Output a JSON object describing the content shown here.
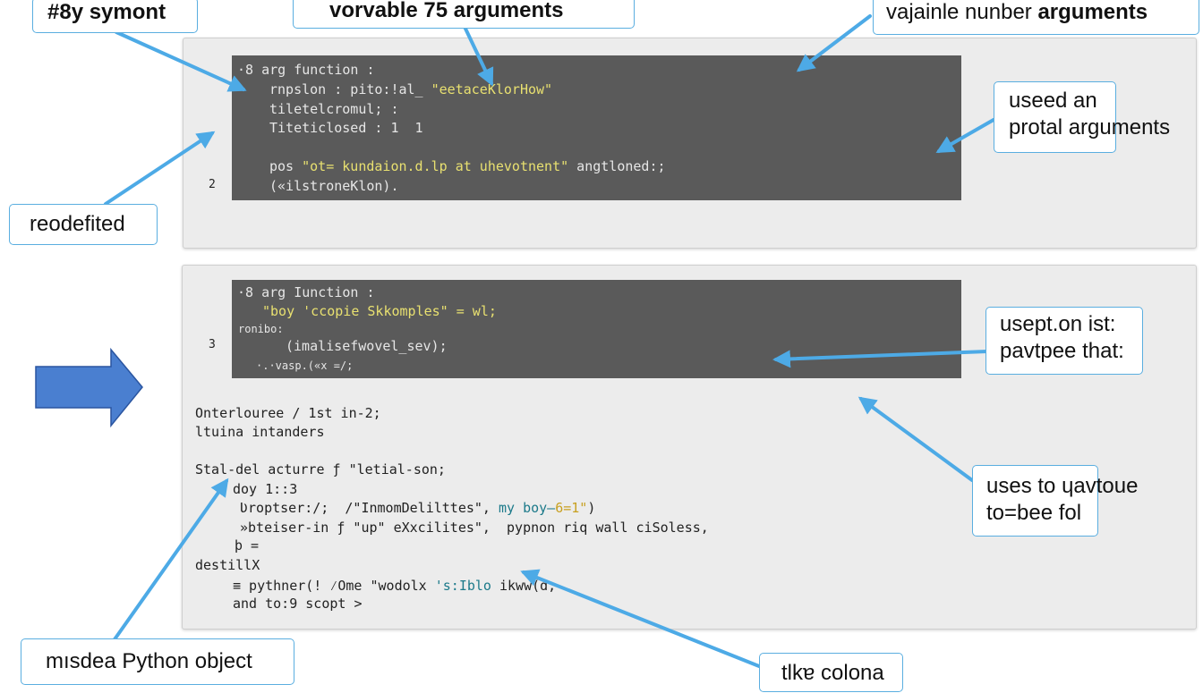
{
  "callouts": {
    "top_left": "#8y symont",
    "top_center": "vorvable 75 arguments",
    "top_right_normal": "vajainle nunber ",
    "top_right_bold": "arguments",
    "right_upper_line1": "useed an",
    "right_upper_line2": "protal arguments",
    "left_middle": "reodefited",
    "right_middle_line1": "usept.on ist:",
    "right_middle_line2": "pavtpee that:",
    "right_lower_line1": "uses to ɥavtoue",
    "right_lower_line2": "to=bee fol",
    "bottom_left": "mısdea Python object",
    "bottom_right": "tlkɐ colona"
  },
  "code_top": {
    "line1": "·8 arg function :",
    "line2_a": "rnpslon : pito:!al_ ",
    "line2_b": "\"eetaceKlorHow\"",
    "line3": "tiletelcromul; :",
    "line4": "Titeticlosed : 1  1",
    "line5_a": "pos ",
    "line5_b": "\"ot= kundaion.d.lp at uhevotnent\"",
    "line5_c": " angtloned:;",
    "line6": "(«ilstroneKlon).",
    "line_number": "2"
  },
  "code_middle": {
    "line1": "·8 arg Iunction :",
    "line2": "\"boy 'ccopie Skkomples\" = wl;",
    "line3": "ronibo:",
    "line4": "(imalisefwovel_sev);",
    "line5": "·.·vasp.(«x =/;",
    "line_number": "3"
  },
  "code_bottom": {
    "line1": "Onterlouree / 1st in-2;",
    "line2": "ltuina intanders",
    "line3": "Stal-del acturre ƒ \"letial-son;",
    "line4": "doy 1::3",
    "line5_a": "Ʋroptser:/;  /\"InmomDelilttes\", ",
    "line5_b": "my boy—",
    "line5_c": "6=1\"",
    "line5_d": ")",
    "line6": "»bteiser-in ƒ \"up\" eXxcilites\",  pypnon riq wall ciSoless,",
    "line7": "þ =",
    "line8": "destillX",
    "line9_a": "≡ pythner(! ⁄Ome \"wodolx ",
    "line9_b": "'s:Iblo ",
    "line9_c": "ikww(d;",
    "line10": "and to:9 scopt >"
  },
  "colors": {
    "arrow": "#4daae6",
    "big_arrow_fill": "#4a7fd0",
    "big_arrow_stroke": "#2a55a0",
    "code_bg": "#5a5a5a",
    "panel_bg": "#ececec",
    "string_yellow": "#e8e070",
    "string_teal": "#1c7a8a",
    "callout_border": "#5aaee0"
  },
  "icons": [
    "right-block-arrow-icon",
    "callout-arrow"
  ]
}
